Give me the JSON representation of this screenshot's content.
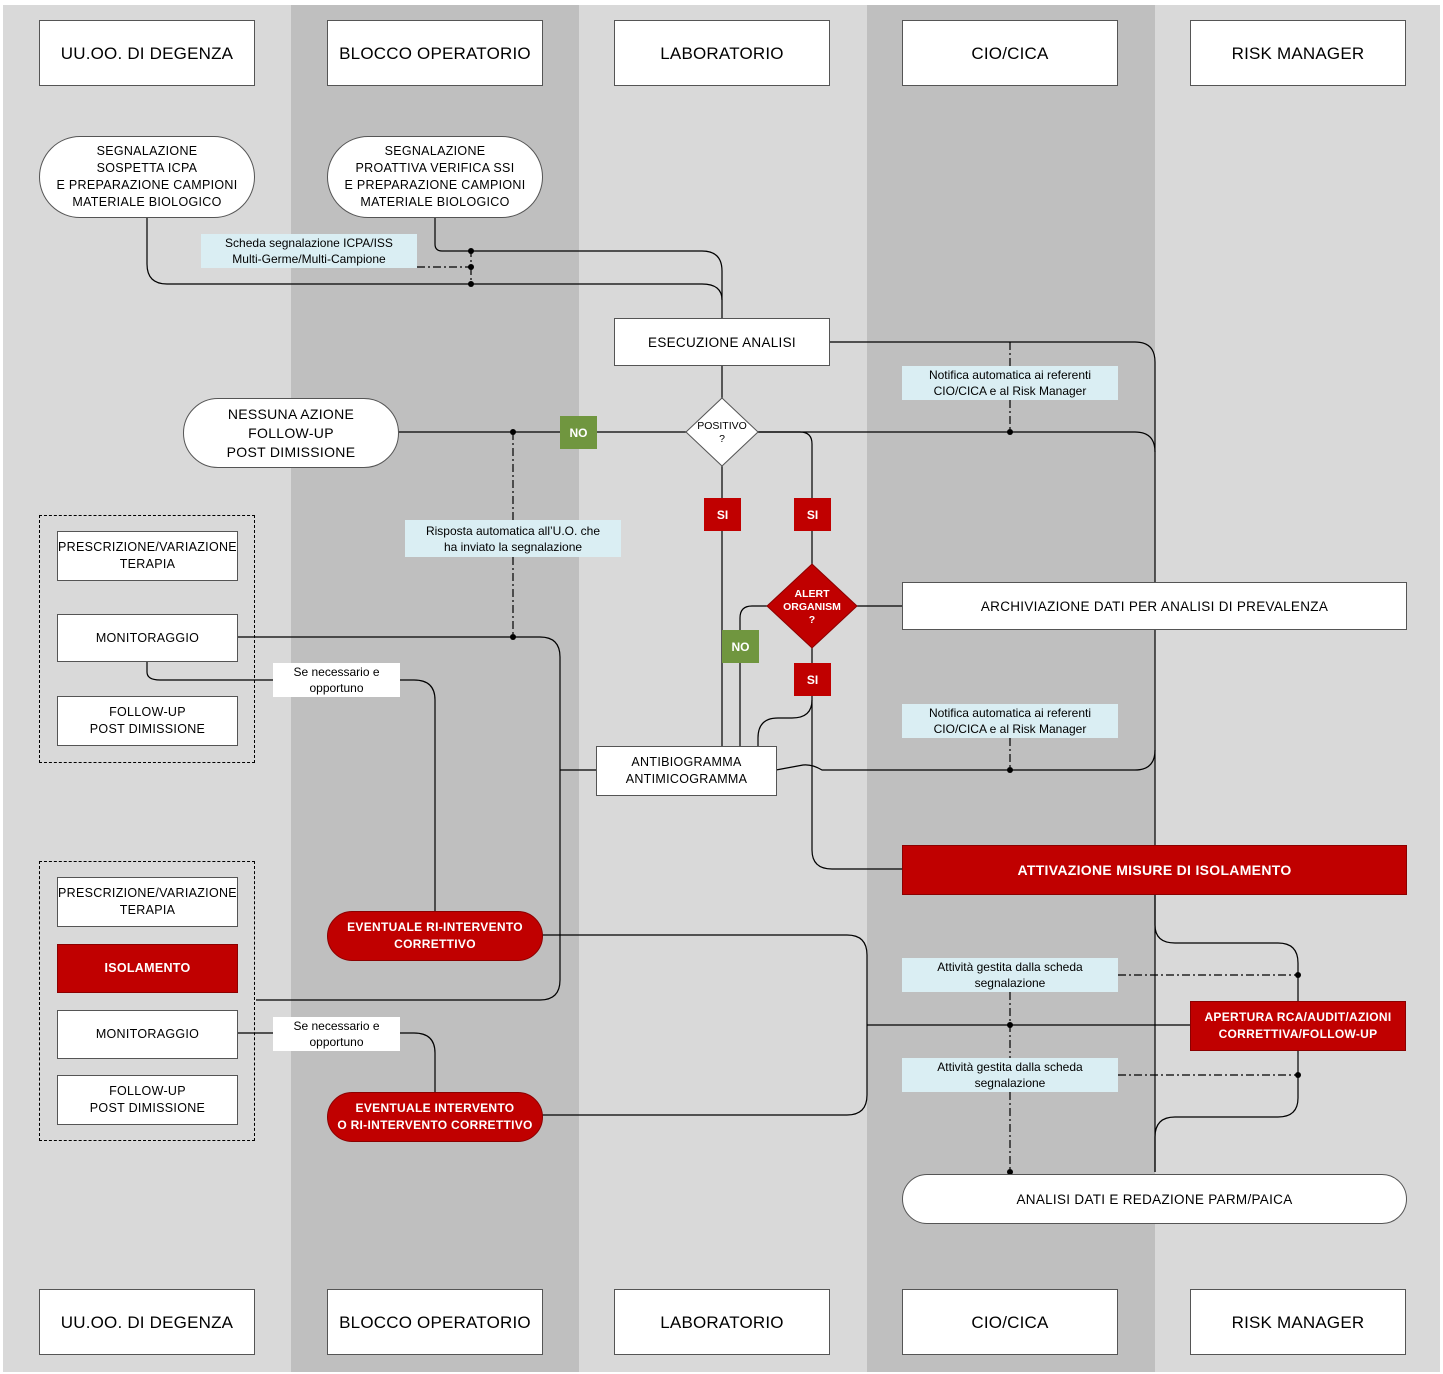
{
  "lanes": {
    "degenza": "UU.OO. DI DEGENZA",
    "blocco": "BLOCCO OPERATORIO",
    "laboratorio": "LABORATORIO",
    "cio": "CIO/CICA",
    "risk": "RISK MANAGER"
  },
  "nodes": {
    "segnalazione_sospetta": "SEGNALAZIONE\nSOSPETTA ICPA\nE PREPARAZIONE CAMPIONI\nMATERIALE BIOLOGICO",
    "segnalazione_proattiva": "SEGNALAZIONE\nPROATTIVA VERIFICA SSI\nE PREPARAZIONE CAMPIONI\nMATERIALE BIOLOGICO",
    "esecuzione_analisi": "ESECUZIONE ANALISI",
    "nessuna_azione": "NESSUNA AZIONE\nFOLLOW-UP\nPOST DIMISSIONE",
    "positivo": "POSITIVO\n?",
    "alert_organism": "ALERT\nORGANISM\n?",
    "archiviazione": "ARCHIVIAZIONE DATI PER ANALISI DI PREVALENZA",
    "antibiogramma": "ANTIBIOGRAMMA\nANTIMICOGRAMMA",
    "attivazione": "ATTIVAZIONE MISURE DI ISOLAMENTO",
    "eventuale_ri_intervento": "EVENTUALE RI-INTERVENTO\nCORRETTIVO",
    "eventuale_intervento": "EVENTUALE INTERVENTO\nO RI-INTERVENTO CORRETTIVO",
    "apertura_rca": "APERTURA RCA/AUDIT/AZIONI\nCORRETTIVA/FOLLOW-UP",
    "analisi_dati": "ANALISI DATI E REDAZIONE PARM/PAICA"
  },
  "group1": {
    "prescrizione": "PRESCRIZIONE/VARIAZIONE\nTERAPIA",
    "monitoraggio": "MONITORAGGIO",
    "followup": "FOLLOW-UP\nPOST DIMISSIONE"
  },
  "group2": {
    "prescrizione": "PRESCRIZIONE/VARIAZIONE\nTERAPIA",
    "isolamento": "ISOLAMENTO",
    "monitoraggio": "MONITORAGGIO",
    "followup": "FOLLOW-UP\nPOST DIMISSIONE"
  },
  "notes": {
    "scheda": "Scheda segnalazione ICPA/ISS\nMulti-Germe/Multi-Campione",
    "notifica1": "Notifica automatica ai referenti\nCIO/CICA e al Risk Manager",
    "risposta": "Risposta automatica all’U.O. che\nha inviato la segnalazione",
    "notifica2": "Notifica automatica ai referenti\nCIO/CICA e al Risk Manager",
    "se_necessario1": "Se necessario e\nopportuno",
    "se_necessario2": "Se necessario e\nopportuno",
    "attivita1": "Attività gestita dalla scheda\nsegnalazione",
    "attivita2": "Attività gestita dalla scheda\nsegnalazione"
  },
  "tags": {
    "no1": "NO",
    "si1": "SI",
    "si2": "SI",
    "no2": "NO",
    "si3": "SI"
  },
  "colors": {
    "lane_light": "#d9d9d9",
    "lane_dark": "#bfbfbf",
    "red": "#c00000",
    "green": "#70963f",
    "note_blue": "#daeef3"
  }
}
